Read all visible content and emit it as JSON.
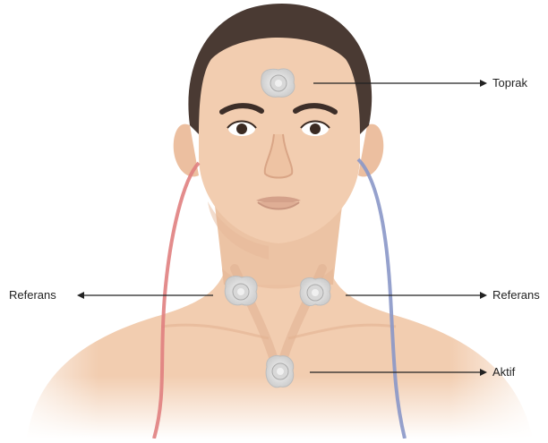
{
  "labels": {
    "ground": "Toprak",
    "reference_left": "Referans",
    "reference_right": "Referans",
    "active": "Aktif"
  },
  "colors": {
    "skin": "#f2cdb0",
    "skin_shadow": "#e3b393",
    "hair": "#4a3a33",
    "wire_left": "#e07f7f",
    "wire_right": "#8a97c8",
    "electrode": "#e4e4e4",
    "arrow": "#222222"
  },
  "electrodes": [
    "forehead-electrode",
    "left-neck-electrode",
    "right-neck-electrode",
    "sternum-electrode"
  ]
}
